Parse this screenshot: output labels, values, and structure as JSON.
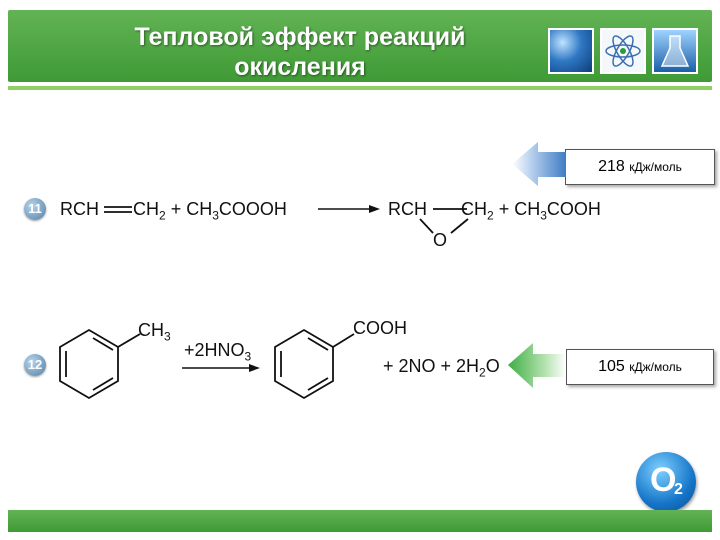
{
  "title": {
    "line1": "Тепловой эффект реакций",
    "line2": "окисления"
  },
  "reactions": [
    {
      "number": "11",
      "energy": {
        "value": "218",
        "unit": "кДж/моль"
      },
      "left": {
        "t1": "RCH",
        "t2": "CH",
        "t2sub": "2",
        "plus": "+",
        "t3": "CH",
        "t3sub": "3",
        "t4": "COOOH"
      },
      "right": {
        "t1": "RCH",
        "t2": "CH",
        "t2sub": "2",
        "plus": "+",
        "t3": "CH",
        "t3sub": "3",
        "t4": "COOH",
        "oxygen": "O"
      }
    },
    {
      "number": "12",
      "energy": {
        "value": "105",
        "unit": "кДж/моль"
      },
      "reactant_group": {
        "t": "CH",
        "sub": "3"
      },
      "reagent": {
        "prefix": "+2HNO",
        "sub": "3"
      },
      "product_group": "COOH",
      "products": {
        "a": "+ 2NO + 2H",
        "sub": "2",
        "b": "O"
      }
    }
  ],
  "badge": {
    "letter": "O",
    "sub": "2"
  },
  "colors": {
    "header_green": "#4ea842",
    "arrow_blue": "#4d86c9",
    "arrow_green": "#3fae44"
  }
}
